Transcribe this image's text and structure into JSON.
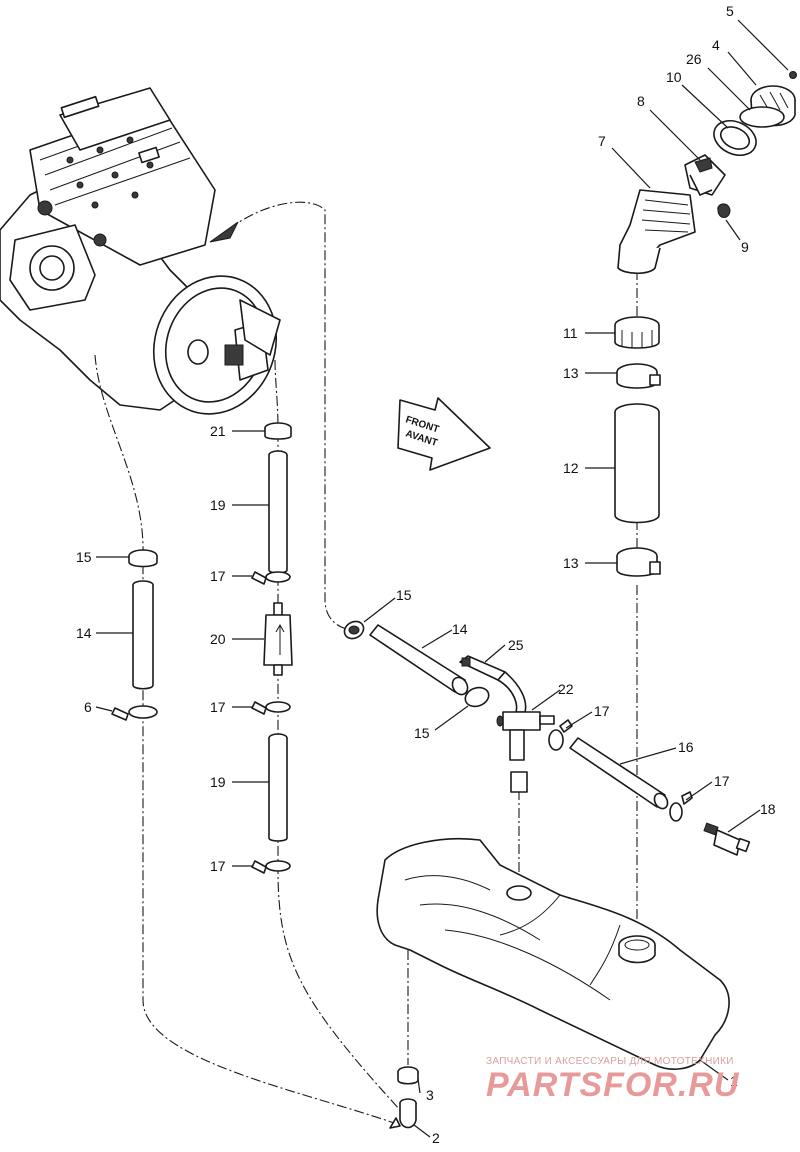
{
  "direction_arrow": {
    "line1": "FRONT",
    "line2": "AVANT"
  },
  "callouts": [
    "5",
    "4",
    "26",
    "10",
    "8",
    "7",
    "9",
    "11",
    "13",
    "12",
    "13",
    "21",
    "19",
    "15",
    "17",
    "14",
    "20",
    "6",
    "17",
    "19",
    "17",
    "15",
    "14",
    "25",
    "22",
    "17",
    "15",
    "16",
    "17",
    "18",
    "3",
    "1",
    "2"
  ],
  "watermark": {
    "tagline": "ЗАПЧАСТИ И АКСЕССУАРЫ ДЛЯ МОТОТЕХНИКИ",
    "logo": "PARTSFOR.RU"
  },
  "colors": {
    "line": "#1a1a1a",
    "shade": "#cfcfcf",
    "watermark": "#e89a9a"
  }
}
